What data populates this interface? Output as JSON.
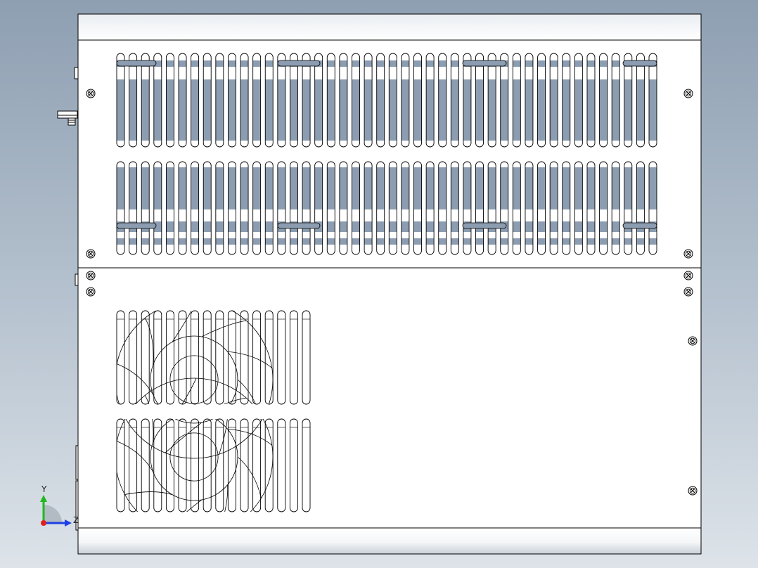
{
  "view": {
    "background_top": "#8e9fb2",
    "background_bottom": "#dde3e9",
    "line_color": "#000000",
    "slot_fill": "#ffffff",
    "opening_fill": "#8c9db1",
    "panel_fill": "#ffffff"
  },
  "triad": {
    "y_label": "Y",
    "z_label": "Z",
    "y_color": "#1fb81f",
    "z_color": "#1f3fe6",
    "x_color": "#e01f1f"
  },
  "upper_grille": {
    "slot_count": 44,
    "rows": 2
  },
  "lower_grille": {
    "slot_count": 16,
    "rows": 2
  }
}
